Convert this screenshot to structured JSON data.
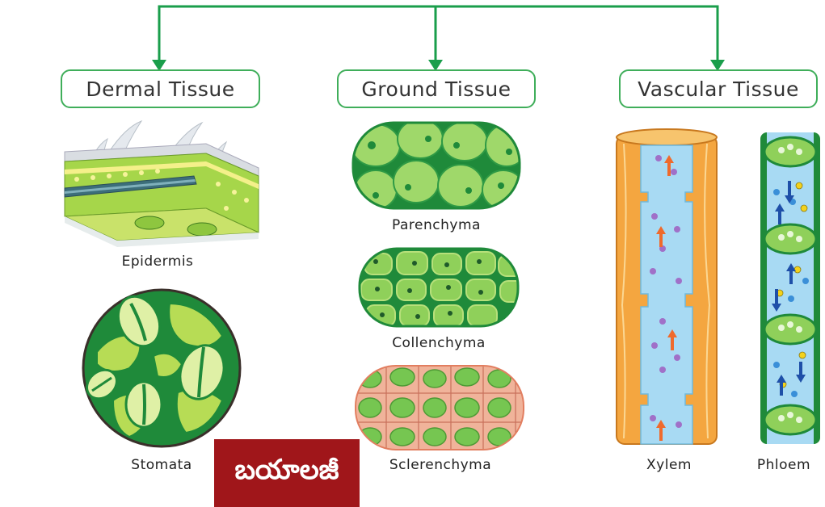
{
  "categories": {
    "dermal": "Dermal Tissue",
    "ground": "Ground Tissue",
    "vascular": "Vascular Tissue"
  },
  "labels": {
    "epidermis": "Epidermis",
    "stomata": "Stomata",
    "parenchyma": "Parenchyma",
    "collenchyma": "Collenchyma",
    "sclerenchyma": "Sclerenchyma",
    "xylem": "Xylem",
    "phloem": "Phloem"
  },
  "badge": "బయాలజీ",
  "colors": {
    "connector": "#1a9e4b",
    "header_border": "#3fae5a",
    "cell_green": "#7ccf4a",
    "cell_dark": "#1f8a3a",
    "water_blue": "#a8daf3",
    "xylem_wall": "#f4a640",
    "sclerenchyma_wall": "#f0b39a",
    "badge_bg": "#a0161a"
  },
  "icons": [
    "arrow-down-icon",
    "up-arrow-icon",
    "down-arrow-icon"
  ]
}
